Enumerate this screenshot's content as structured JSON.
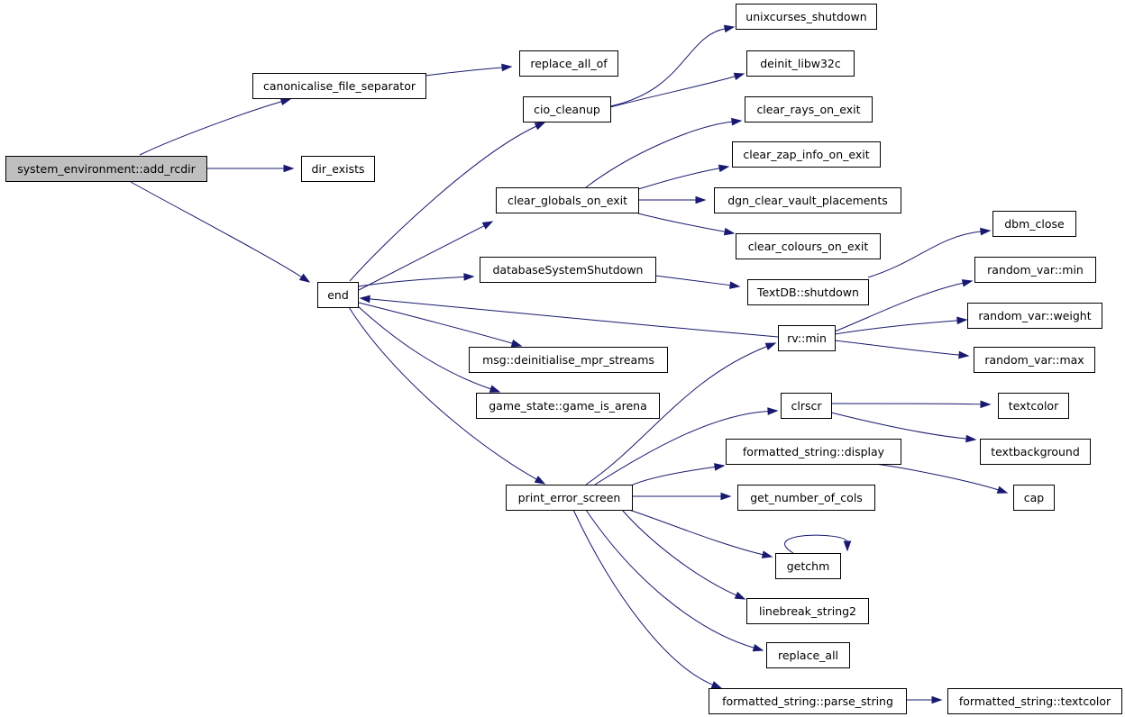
{
  "graph": {
    "colors": {
      "edge": "#191970",
      "root_fill": "#bfbfbf",
      "node_fill": "#ffffff",
      "node_border": "#000000"
    },
    "nodes": [
      {
        "id": "add_rcdir",
        "label": "system_environment::add_rcdir",
        "root": true
      },
      {
        "id": "canon",
        "label": "canonicalise_file_separator"
      },
      {
        "id": "replace_all_of",
        "label": "replace_all_of"
      },
      {
        "id": "dir_exists",
        "label": "dir_exists"
      },
      {
        "id": "end",
        "label": "end"
      },
      {
        "id": "cio_cleanup",
        "label": "cio_cleanup"
      },
      {
        "id": "unixcurses_shutdown",
        "label": "unixcurses_shutdown"
      },
      {
        "id": "deinit_libw32c",
        "label": "deinit_libw32c"
      },
      {
        "id": "clear_globals",
        "label": "clear_globals_on_exit"
      },
      {
        "id": "clear_rays",
        "label": "clear_rays_on_exit"
      },
      {
        "id": "clear_zap",
        "label": "clear_zap_info_on_exit"
      },
      {
        "id": "dgn_clear",
        "label": "dgn_clear_vault_placements"
      },
      {
        "id": "clear_colours",
        "label": "clear_colours_on_exit"
      },
      {
        "id": "dbss",
        "label": "databaseSystemShutdown"
      },
      {
        "id": "textdb",
        "label": "TextDB::shutdown"
      },
      {
        "id": "dbm_close",
        "label": "dbm_close"
      },
      {
        "id": "rv_min",
        "label": "rv::min"
      },
      {
        "id": "rvar_min",
        "label": "random_var::min"
      },
      {
        "id": "rvar_weight",
        "label": "random_var::weight"
      },
      {
        "id": "rvar_max",
        "label": "random_var::max"
      },
      {
        "id": "msg_deinit",
        "label": "msg::deinitialise_mpr_streams"
      },
      {
        "id": "game_arena",
        "label": "game_state::game_is_arena"
      },
      {
        "id": "print_error",
        "label": "print_error_screen"
      },
      {
        "id": "clrscr",
        "label": "clrscr"
      },
      {
        "id": "textcolor",
        "label": "textcolor"
      },
      {
        "id": "textbackground",
        "label": "textbackground"
      },
      {
        "id": "fs_display",
        "label": "formatted_string::display"
      },
      {
        "id": "cap",
        "label": "cap"
      },
      {
        "id": "get_cols",
        "label": "get_number_of_cols"
      },
      {
        "id": "getchm",
        "label": "getchm"
      },
      {
        "id": "linebreak",
        "label": "linebreak_string2"
      },
      {
        "id": "replace_all",
        "label": "replace_all"
      },
      {
        "id": "fs_parse",
        "label": "formatted_string::parse_string"
      },
      {
        "id": "fs_textcolor",
        "label": "formatted_string::textcolor"
      }
    ],
    "edges": [
      {
        "from": "add_rcdir",
        "to": "canon"
      },
      {
        "from": "add_rcdir",
        "to": "dir_exists"
      },
      {
        "from": "add_rcdir",
        "to": "end"
      },
      {
        "from": "canon",
        "to": "replace_all_of"
      },
      {
        "from": "end",
        "to": "cio_cleanup"
      },
      {
        "from": "end",
        "to": "clear_globals"
      },
      {
        "from": "end",
        "to": "dbss"
      },
      {
        "from": "end",
        "to": "msg_deinit"
      },
      {
        "from": "end",
        "to": "game_arena"
      },
      {
        "from": "end",
        "to": "print_error"
      },
      {
        "from": "cio_cleanup",
        "to": "unixcurses_shutdown"
      },
      {
        "from": "cio_cleanup",
        "to": "deinit_libw32c"
      },
      {
        "from": "clear_globals",
        "to": "clear_rays"
      },
      {
        "from": "clear_globals",
        "to": "clear_zap"
      },
      {
        "from": "clear_globals",
        "to": "dgn_clear"
      },
      {
        "from": "clear_globals",
        "to": "clear_colours"
      },
      {
        "from": "dbss",
        "to": "textdb"
      },
      {
        "from": "textdb",
        "to": "dbm_close"
      },
      {
        "from": "rv_min",
        "to": "end"
      },
      {
        "from": "rv_min",
        "to": "rvar_min"
      },
      {
        "from": "rv_min",
        "to": "rvar_weight"
      },
      {
        "from": "rv_min",
        "to": "rvar_max"
      },
      {
        "from": "print_error",
        "to": "rv_min"
      },
      {
        "from": "print_error",
        "to": "clrscr"
      },
      {
        "from": "print_error",
        "to": "fs_display"
      },
      {
        "from": "print_error",
        "to": "get_cols"
      },
      {
        "from": "print_error",
        "to": "getchm"
      },
      {
        "from": "print_error",
        "to": "linebreak"
      },
      {
        "from": "print_error",
        "to": "replace_all"
      },
      {
        "from": "print_error",
        "to": "fs_parse"
      },
      {
        "from": "clrscr",
        "to": "textcolor"
      },
      {
        "from": "clrscr",
        "to": "textbackground"
      },
      {
        "from": "fs_display",
        "to": "cap"
      },
      {
        "from": "getchm",
        "to": "getchm"
      },
      {
        "from": "fs_parse",
        "to": "fs_textcolor"
      }
    ]
  }
}
